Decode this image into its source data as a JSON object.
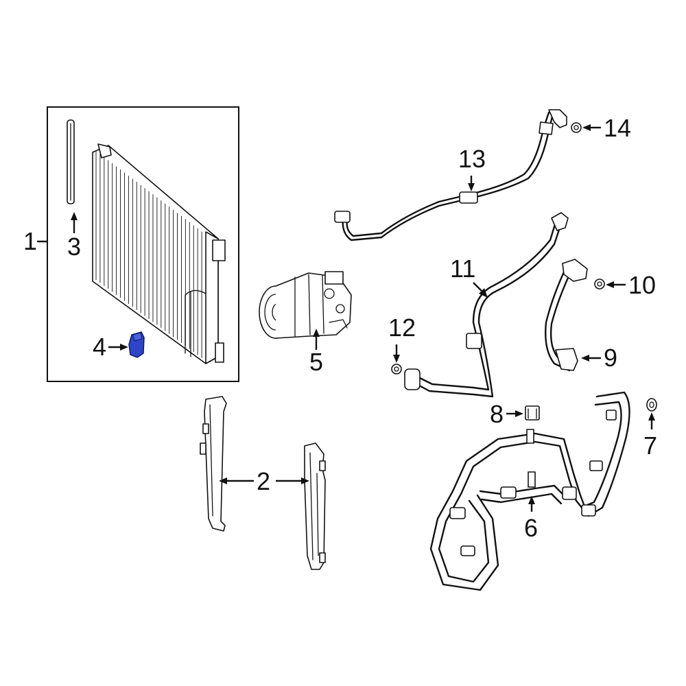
{
  "callouts": {
    "c1": "1",
    "c2": "2",
    "c3": "3",
    "c4": "4",
    "c5": "5",
    "c6": "6",
    "c7": "7",
    "c8": "8",
    "c9": "9",
    "c10": "10",
    "c11": "11",
    "c12": "12",
    "c13": "13",
    "c14": "14"
  },
  "colors": {
    "highlight": "#2d45c8",
    "line": "#111111",
    "background": "#ffffff"
  }
}
